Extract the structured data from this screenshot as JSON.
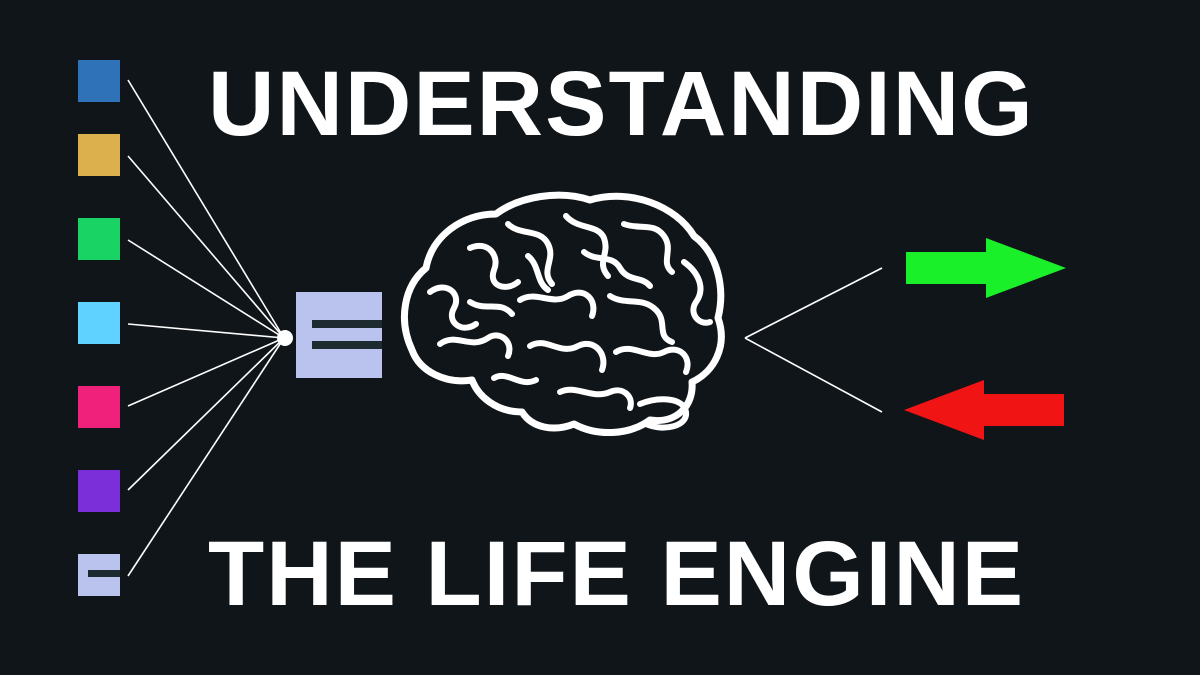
{
  "title": {
    "line1": "UNDERSTANDING",
    "line2": "THE LIFE ENGINE"
  },
  "inputs": [
    {
      "name": "blue-cell",
      "color": "#2f72b8"
    },
    {
      "name": "yellow-cell",
      "color": "#ddb04e"
    },
    {
      "name": "green-cell",
      "color": "#19d464"
    },
    {
      "name": "cyan-cell",
      "color": "#5fd2ff"
    },
    {
      "name": "pink-cell",
      "color": "#f0217a"
    },
    {
      "name": "purple-cell",
      "color": "#7a2fd8"
    },
    {
      "name": "eye-cell",
      "color": "#b9c3ee"
    }
  ],
  "colors": {
    "background": "#10151a",
    "lines": "#ffffff",
    "eye_block": "#b9c3ee",
    "eye_pupil": "#1d2a30",
    "forward_arrow": "#19f02a",
    "backward_arrow": "#f11414"
  },
  "icons": {
    "brain": "brain-icon",
    "eye": "eye-cell-icon",
    "forward": "right-arrow-icon",
    "backward": "left-arrow-icon"
  }
}
